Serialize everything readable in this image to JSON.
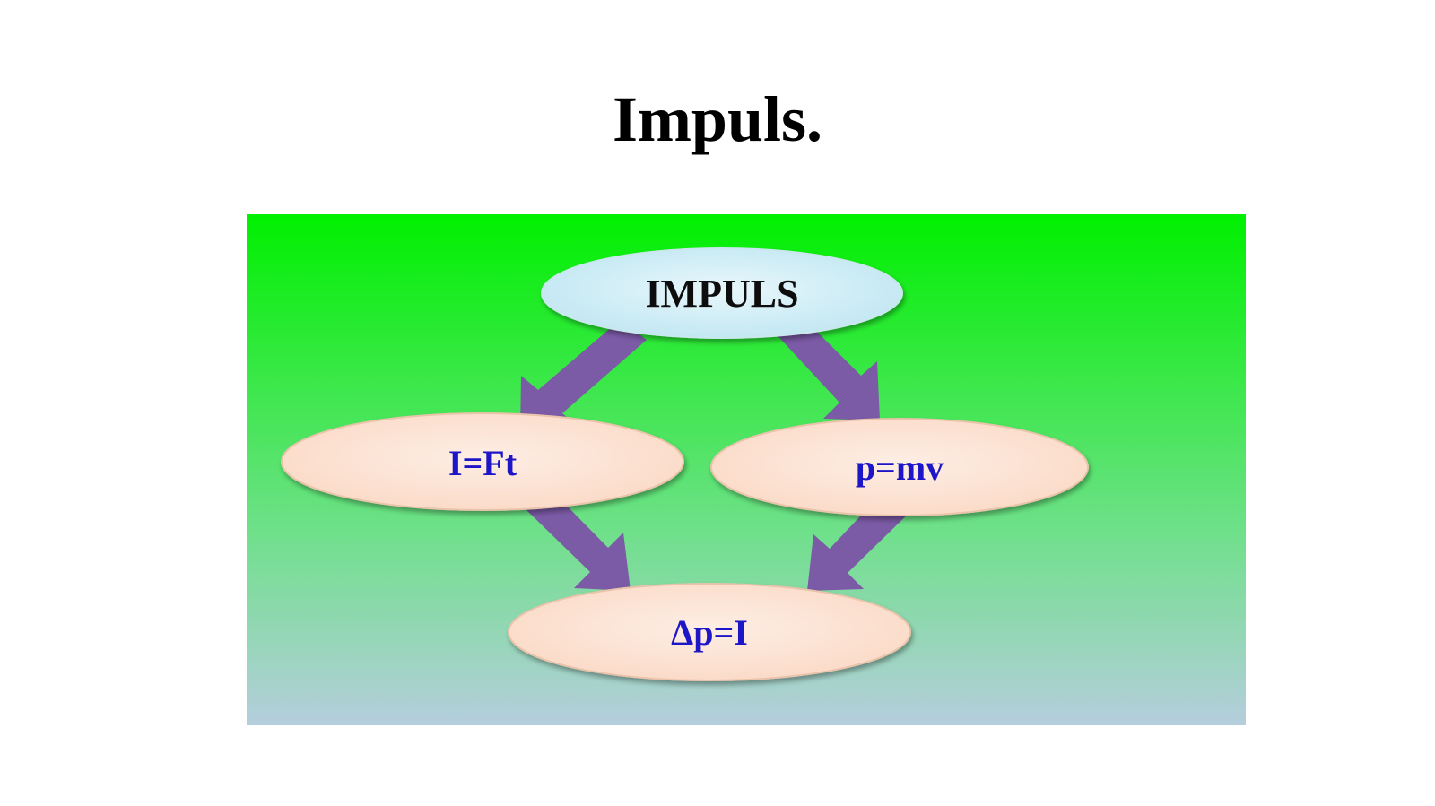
{
  "slide": {
    "title": "Impuls."
  },
  "diagram": {
    "colors": {
      "background_top": "#00f000",
      "background_mid": "#6fe08a",
      "background_bottom": "#b5cedd",
      "arrow": "#7b5aa6",
      "root_fill": "#bfe6f2",
      "root_text": "#111111",
      "node_fill": "#fbd9c6",
      "node_text": "#1d12c8"
    },
    "nodes": {
      "root": "IMPULS",
      "impulse_formula": "I=Ft",
      "momentum_formula": "p=mv",
      "result_formula": "Δp=I"
    }
  }
}
